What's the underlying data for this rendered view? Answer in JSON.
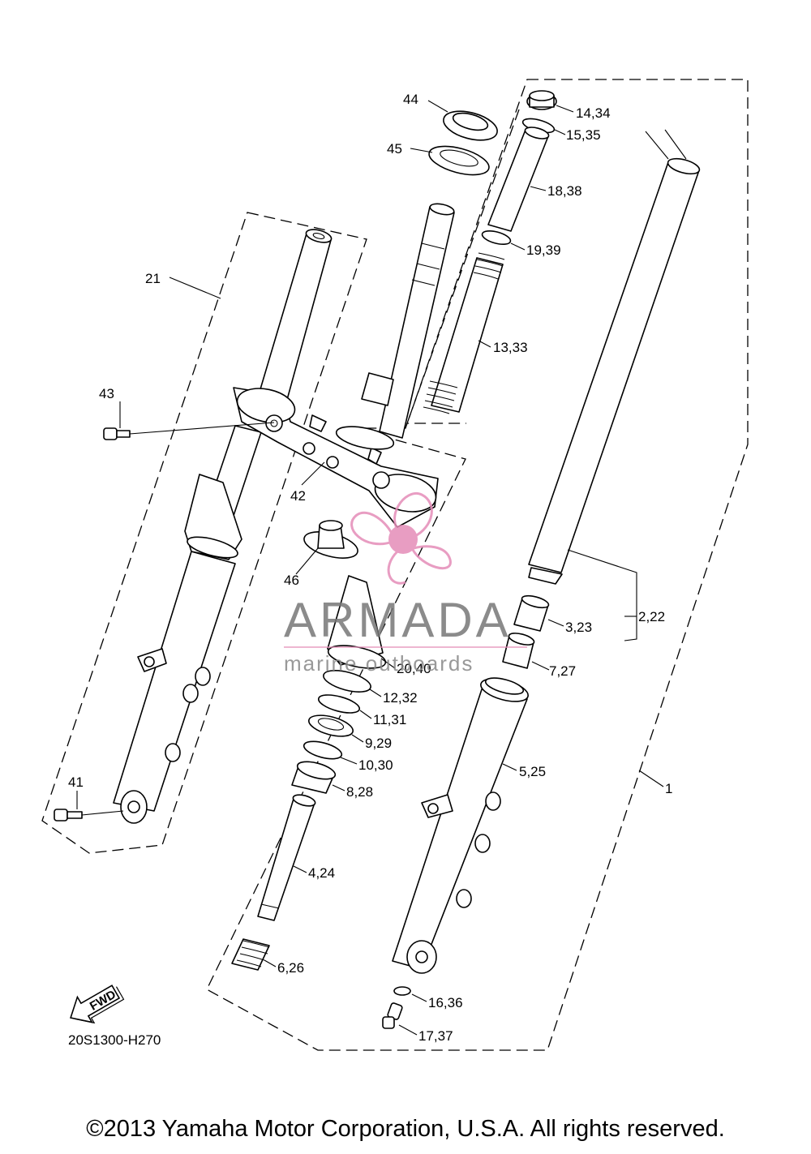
{
  "diagram_code": "20S1300-H270",
  "fwd_label": "FWD",
  "copyright": "©2013 Yamaha Motor Corporation, U.S.A. All rights reserved.",
  "watermark": {
    "brand": "ARMADA",
    "tagline": "marine outboards",
    "colors": {
      "pink": "#e58cb8",
      "gray": "#777777"
    }
  },
  "callouts": {
    "p44": "44",
    "p45": "45",
    "p14_34": "14,34",
    "p15_35": "15,35",
    "p18_38": "18,38",
    "p19_39": "19,39",
    "p13_33": "13,33",
    "p21": "21",
    "p43": "43",
    "p42": "42",
    "p46": "46",
    "p2_22": "2,22",
    "p3_23": "3,23",
    "p7_27": "7,27",
    "p20_40": "20,40",
    "p12_32": "12,32",
    "p11_31": "11,31",
    "p9_29": "9,29",
    "p10_30": "10,30",
    "p8_28": "8,28",
    "p5_25": "5,25",
    "p1": "1",
    "p41": "41",
    "p4_24": "4,24",
    "p6_26": "6,26",
    "p16_36": "16,36",
    "p17_37": "17,37"
  }
}
